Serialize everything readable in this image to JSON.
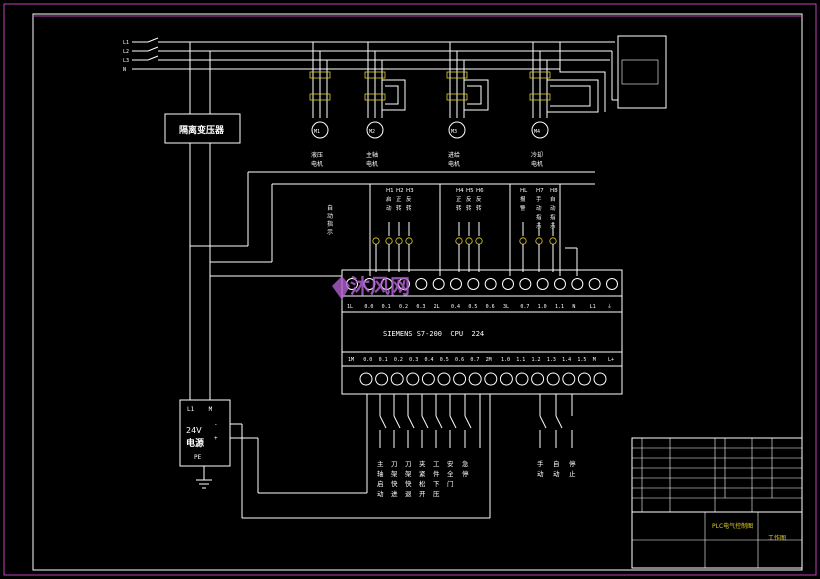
{
  "phase_labels": [
    "L1",
    "L2",
    "L3",
    "N"
  ],
  "transformer_label": "隔离变压器",
  "motors": [
    {
      "id": "m1",
      "label": "M1",
      "name_lines": [
        "液压",
        "电机"
      ]
    },
    {
      "id": "m2",
      "label": "M2",
      "name_lines": [
        "主轴",
        "电机"
      ]
    },
    {
      "id": "m3",
      "label": "M3",
      "name_lines": [
        "进给",
        "电机"
      ]
    },
    {
      "id": "m4",
      "label": "M4",
      "name_lines": [
        "冷却",
        "电机"
      ]
    }
  ],
  "indicator_group_label": "自动指示",
  "output_labels": [
    [
      "H1",
      "启",
      "动"
    ],
    [
      "H2",
      "正",
      "转"
    ],
    [
      "H3",
      "反",
      "转"
    ],
    [
      "H4",
      "正",
      "转"
    ],
    [
      "H5",
      "反",
      "转"
    ],
    [
      "H6",
      "反",
      "转"
    ],
    [
      "HL",
      "报",
      "警"
    ],
    [
      "H7",
      "手",
      "动",
      "指",
      "示"
    ],
    [
      "H8",
      "自",
      "动",
      "指",
      "示"
    ]
  ],
  "plc": {
    "title": "SIEMENS S7-200  CPU  224",
    "top_terminals": [
      "1L",
      "0.0",
      "0.1",
      "0.2",
      "0.3",
      "2L",
      "0.4",
      "0.5",
      "0.6",
      "3L",
      "0.7",
      "1.0",
      "1.1",
      "N",
      "L1",
      "⏚"
    ],
    "bottom_terminals": [
      "1M",
      "0.0",
      "0.1",
      "0.2",
      "0.3",
      "0.4",
      "0.5",
      "0.6",
      "0.7",
      "2M",
      "1.0",
      "1.1",
      "1.2",
      "1.3",
      "1.4",
      "1.5",
      "M",
      "L+"
    ]
  },
  "watermark": "沐风网",
  "psu": {
    "top": "L1    M",
    "voltage": "24V",
    "name": "电源",
    "pe": "PE"
  },
  "input_labels": [
    "主轴启动",
    "刀架快进",
    "刀架快退",
    "夹紧松开",
    "工件下压",
    "安全门",
    "急停"
  ],
  "input_labels_right": [
    "手动",
    "自动",
    "停止"
  ],
  "title_block": {
    "drawing_name": "PLC电气控制图",
    "stamp": "工作图"
  }
}
